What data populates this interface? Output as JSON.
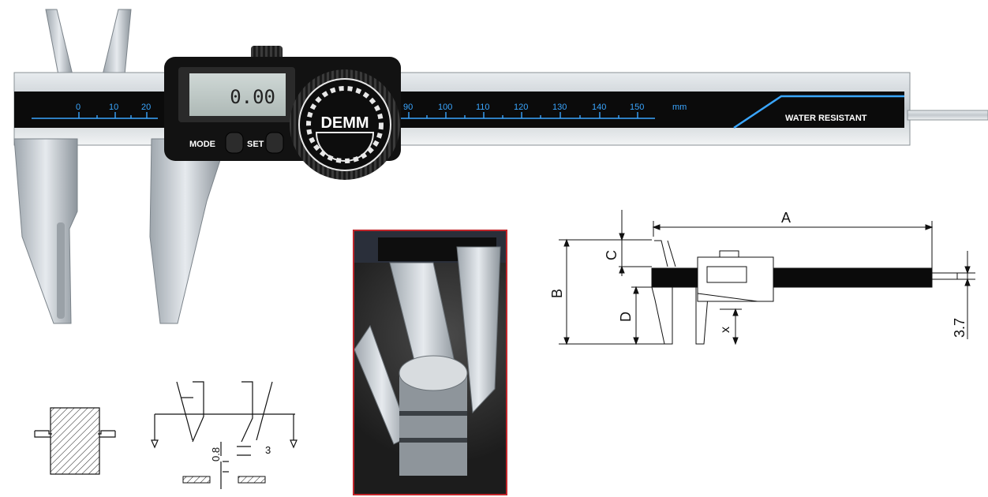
{
  "caliper": {
    "display_reading": "0.00",
    "brand": "DEMM",
    "mode_label": "MODE",
    "set_label": "SET",
    "unit": "mm",
    "water_resistant": "WATER RESISTANT",
    "scale_left": [
      "0",
      "10",
      "20"
    ],
    "scale_right": [
      "90",
      "100",
      "110",
      "120",
      "130",
      "140",
      "150"
    ],
    "body_color": "#0b0b0b",
    "scale_color": "#3aa6ff"
  },
  "dimension_diagram": {
    "label_a": "A",
    "label_b": "B",
    "label_c": "C",
    "label_d": "D",
    "label_x": "x",
    "label_37": "3.7"
  },
  "jaw_detail": {
    "label_08": "0.8",
    "label_3": "3"
  },
  "photo": {
    "border_color": "#c0262b"
  }
}
